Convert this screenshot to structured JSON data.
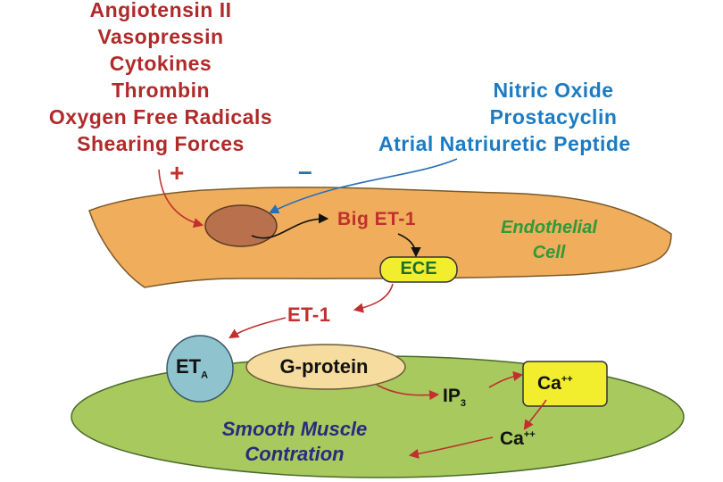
{
  "stimulators": [
    "Angiotensin II",
    "Vasopressin",
    "Cytokines",
    "Thrombin",
    "Oxygen Free Radicals",
    "Shearing Forces"
  ],
  "inhibitors": [
    "Nitric Oxide",
    "Prostacyclin",
    "Atrial Natriuretic Peptide"
  ],
  "plus_sign": "+",
  "minus_sign": "–",
  "endothelial": {
    "big_et1": "Big ET-1",
    "label_line1": "Endothelial",
    "label_line2": "Cell",
    "ece": "ECE"
  },
  "et1": "ET-1",
  "smooth_muscle": {
    "receptor": "ET",
    "receptor_sub": "A",
    "g_protein": "G-protein",
    "ip": "IP",
    "ip_sub": "3",
    "ca_box": "Ca",
    "ca_box_sup": "++",
    "ca": "Ca",
    "ca_sup": "++",
    "label_line1": "Smooth Muscle",
    "label_line2": "Contration"
  },
  "colors": {
    "stimulator_text": "#b02a2a",
    "inhibitor_text": "#1b7bc4",
    "endothelial_cell": "#f0ad5c",
    "nucleus": "#b9704d",
    "smooth_muscle": "#a7c95e",
    "receptor": "#8fc3ce",
    "g_protein": "#f6dc9e",
    "ece_box": "#f2ee2e",
    "ca_box": "#f2ee2e",
    "arrow_red": "#c0302e",
    "arrow_blue": "#2b6fb3"
  }
}
